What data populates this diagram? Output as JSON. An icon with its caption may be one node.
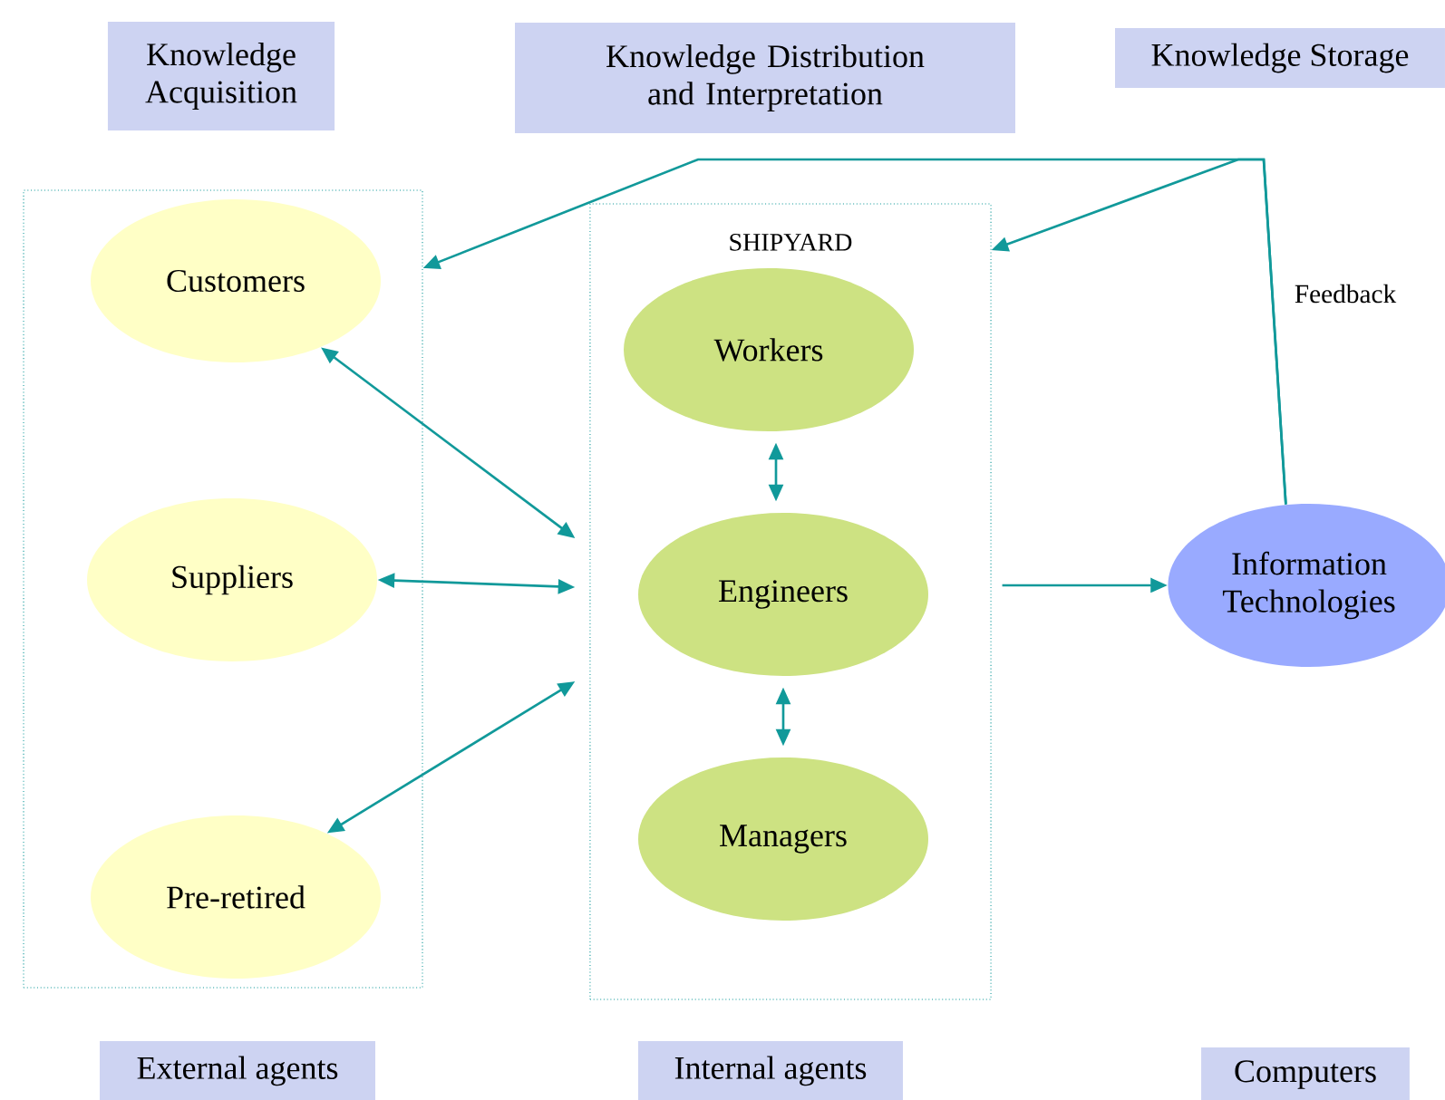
{
  "diagram": {
    "nodes": [
      {
        "text": [
          "Knowledge Acquisition"
        ]
      },
      {
        "text": [
          "Knowledge Distribution and Interpretation"
        ]
      },
      {
        "text": [
          "Knowledge Storage"
        ]
      },
      {
        "text": [],
        "shape": "box"
      },
      {
        "text": [
          "Customers"
        ],
        "in": 3
      },
      {
        "text": [
          "Suppliers"
        ],
        "in": 3
      },
      {
        "text": [
          "Pre-retired"
        ],
        "in": 3
      },
      {
        "text": [
          "SHIPYARD"
        ]
      },
      {
        "text": [
          "Workers"
        ],
        "in": 7
      },
      {
        "text": [
          "Engineers"
        ],
        "in": 7
      },
      {
        "text": [
          "Managers"
        ],
        "in": 7
      },
      {
        "text": [
          "Information Technologies"
        ]
      },
      {
        "text": [
          "External agents"
        ]
      },
      {
        "text": [
          "Internal agents"
        ]
      },
      {
        "text": [
          "Computers"
        ]
      }
    ],
    "edges": [
      {
        "from": 11,
        "to": 3,
        "arrow": "to"
      },
      {
        "from": 11,
        "to": 7,
        "arrow": "to"
      },
      {
        "from": 4,
        "to": 7,
        "arrow": "both"
      },
      {
        "from": 5,
        "to": 7,
        "arrow": "both"
      },
      {
        "from": 6,
        "to": 7,
        "arrow": "both"
      },
      {
        "from": 8,
        "to": 9,
        "arrow": "both"
      },
      {
        "from": 9,
        "to": 10,
        "arrow": "both"
      },
      {
        "from": 7,
        "to": 11,
        "arrow": "to"
      }
    ],
    "labels": [
      "Feedback"
    ]
  }
}
